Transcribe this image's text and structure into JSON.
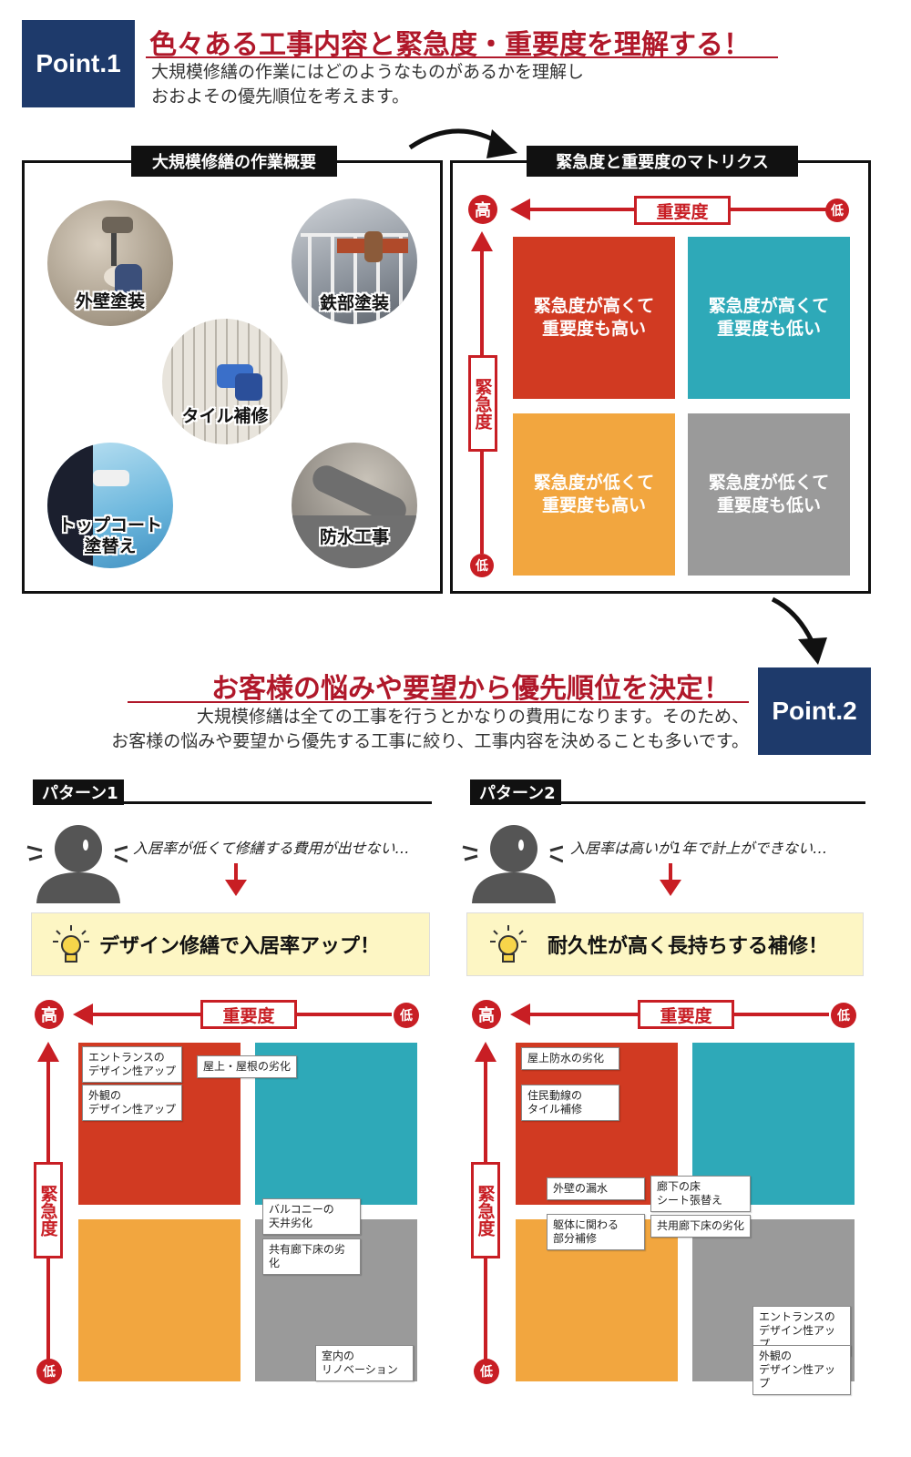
{
  "point1": {
    "badge": "Point.1",
    "heading": "色々ある工事内容と緊急度・重要度を理解する！",
    "desc_line1": "大規模修繕の作業にはどのようなものがあるかを理解し",
    "desc_line2": "おおよその優先順位を考えます。"
  },
  "overview": {
    "title": "大規模修繕の作業概要",
    "items": [
      "外壁塗装",
      "鉄部塗装",
      "タイル補修",
      "トップコート\n塗替え",
      "防水工事"
    ]
  },
  "matrix": {
    "title": "緊急度と重要度のマトリクス",
    "high": "高",
    "low": "低",
    "importance": "重要度",
    "urgency": "緊急度",
    "quadrants": [
      "緊急度が高くて\n重要度も高い",
      "緊急度が高くて\n重要度も低い",
      "緊急度が低くて\n重要度も高い",
      "緊急度が低くて\n重要度も低い"
    ]
  },
  "point2": {
    "badge": "Point.2",
    "heading": "お客様の悩みや要望から優先順位を決定！",
    "desc_line1": "大規模修繕は全ての工事を行うとかなりの費用になります。そのため、",
    "desc_line2": "お客様の悩みや要望から優先する工事に絞り、工事内容を決めることも多いです。"
  },
  "pattern1": {
    "title": "パターン1",
    "worry": "入居率が低くて修繕する費用が出せない…",
    "idea": "デザイン修繕で入居率アップ！",
    "tags": [
      "エントランスの\nデザイン性アップ",
      "外観の\nデザイン性アップ",
      "屋上・屋根の劣化",
      "バルコニーの\n天井劣化",
      "共有廊下床の劣化",
      "室内の\nリノベーション"
    ]
  },
  "pattern2": {
    "title": "パターン2",
    "worry": "入居率は高いが1年で計上ができない…",
    "idea": "耐久性が高く長持ちする補修！",
    "tags": [
      "屋上防水の劣化",
      "住民動線の\nタイル補修",
      "外壁の漏水",
      "廊下の床\nシート張替え",
      "躯体に関わる\n部分補修",
      "共用廊下床の劣化",
      "エントランスの\nデザイン性アップ",
      "外観の\nデザイン性アップ"
    ]
  },
  "colors": {
    "red": "#d13a22",
    "teal": "#2ea9b8",
    "orange": "#f2a63f",
    "gray": "#9a9a9a",
    "navy": "#1e3a6b",
    "accent": "#c81e24"
  }
}
